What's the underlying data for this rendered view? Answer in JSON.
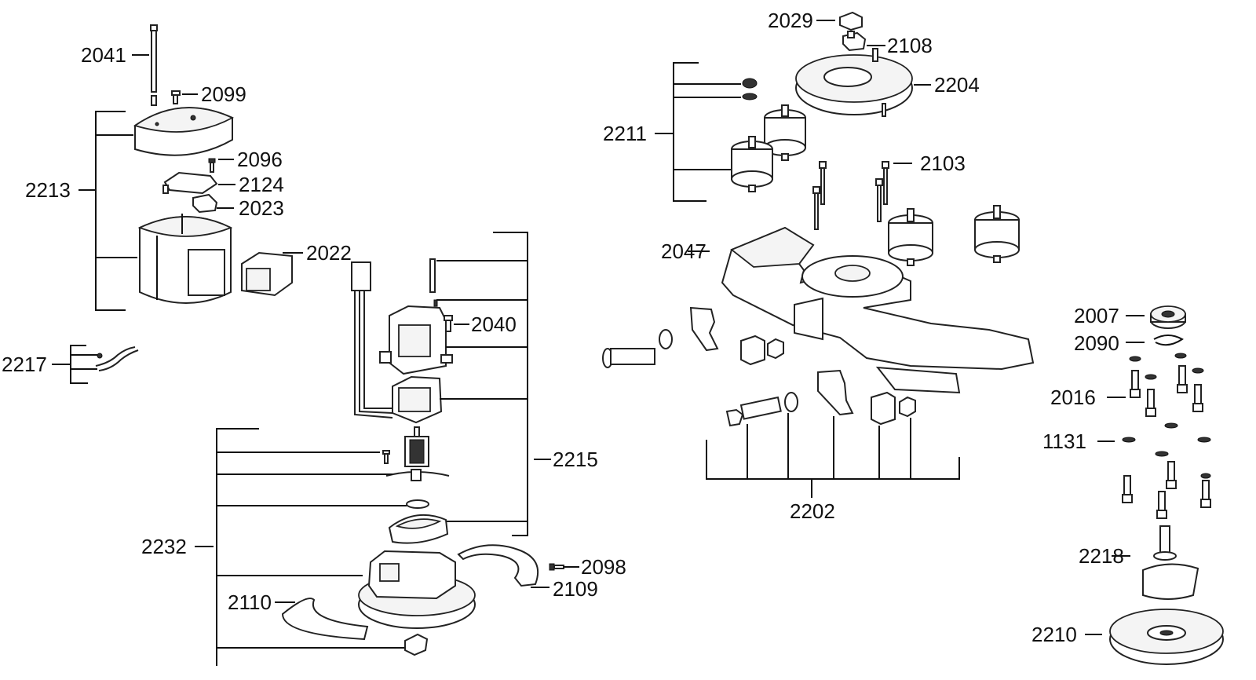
{
  "labels": {
    "l2041": "2041",
    "l2099": "2099",
    "l2213": "2213",
    "l2096": "2096",
    "l2124": "2124",
    "l2023": "2023",
    "l2022": "2022",
    "l2217": "2217",
    "l2040": "2040",
    "l2215": "2215",
    "l2232": "2232",
    "l2098": "2098",
    "l2109": "2109",
    "l2110": "2110",
    "l2029": "2029",
    "l2108": "2108",
    "l2204": "2204",
    "l2211": "2211",
    "l2103": "2103",
    "l2047": "2047",
    "l2202": "2202",
    "l2007": "2007",
    "l2090": "2090",
    "l2016": "2016",
    "l1131": "1131",
    "l2218": "2218",
    "l2210": "2210"
  }
}
